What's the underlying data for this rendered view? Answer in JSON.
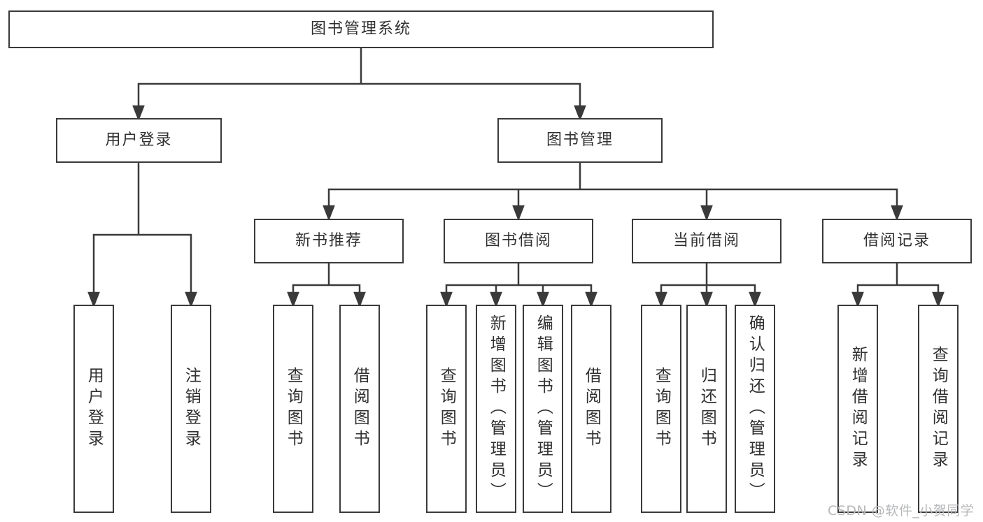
{
  "colors": {
    "line": "#3a3a3a",
    "box_border": "#3a3a3a",
    "box_fill": "#ffffff",
    "text": "#303030",
    "watermark": "#b7b8ba",
    "background": "#ffffff"
  },
  "nodes": {
    "root": {
      "label": "图书管理系统"
    },
    "user_login": {
      "label": "用户登录"
    },
    "book_mgmt": {
      "label": "图书管理"
    },
    "new_book_rec": {
      "label": "新书推荐"
    },
    "book_borrow": {
      "label": "图书借阅"
    },
    "current_borrow": {
      "label": "当前借阅"
    },
    "borrow_records": {
      "label": "借阅记录"
    },
    "leaf_user_login": {
      "label": "用户登录"
    },
    "leaf_logout": {
      "label": "注销登录"
    },
    "leaf_query_books_a": {
      "label": "查询图书"
    },
    "leaf_borrow_books_a": {
      "label": "借阅图书"
    },
    "leaf_query_books_b": {
      "label": "查询图书"
    },
    "leaf_add_books": {
      "label": "新增图书（管理员）"
    },
    "leaf_edit_books": {
      "label": "编辑图书（管理员）"
    },
    "leaf_borrow_books_b": {
      "label": "借阅图书"
    },
    "leaf_query_books_c": {
      "label": "查询图书"
    },
    "leaf_return_books": {
      "label": "归还图书"
    },
    "leaf_confirm_return": {
      "label": "确认归还（管理员）"
    },
    "leaf_add_record": {
      "label": "新增借阅记录"
    },
    "leaf_query_record": {
      "label": "查询借阅记录"
    }
  },
  "hierarchy": {
    "图书管理系统": {
      "用户登录": [
        "用户登录",
        "注销登录"
      ],
      "图书管理": {
        "新书推荐": [
          "查询图书",
          "借阅图书"
        ],
        "图书借阅": [
          "查询图书",
          "新增图书（管理员）",
          "编辑图书（管理员）",
          "借阅图书"
        ],
        "当前借阅": [
          "查询图书",
          "归还图书",
          "确认归还（管理员）"
        ],
        "借阅记录": [
          "新增借阅记录",
          "查询借阅记录"
        ]
      }
    }
  },
  "watermark": {
    "text": "CSDN @软件_小贺同学"
  }
}
